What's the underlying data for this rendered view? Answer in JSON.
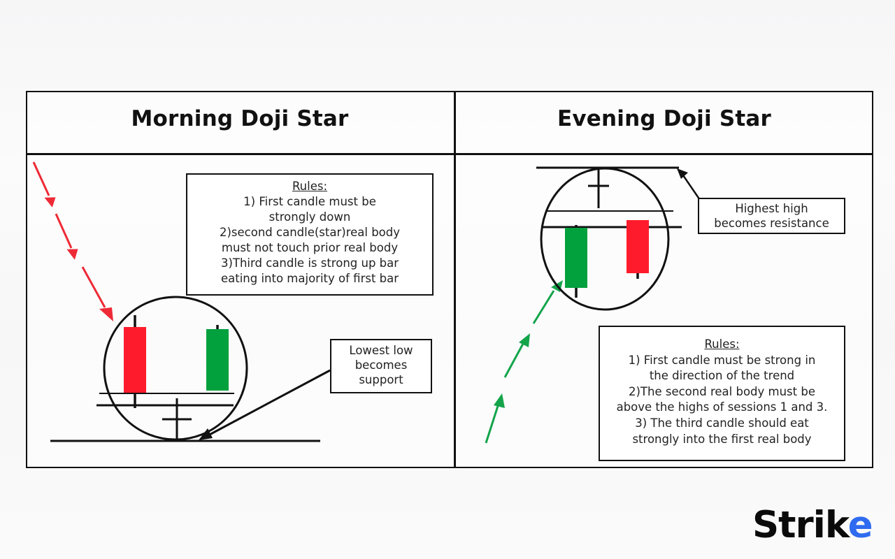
{
  "panels": {
    "left": {
      "title": "Morning Doji Star",
      "rules": {
        "heading": "Rules:",
        "lines": [
          "1) First candle must be",
          "strongly down",
          "2)second candle(star)real body",
          "must not touch prior real body",
          "3)Third candle is strong up bar",
          "eating into majority of first bar"
        ]
      },
      "annotation": {
        "lines": [
          "Lowest low",
          "becomes",
          "support"
        ]
      },
      "trend_arrow": {
        "direction": "down",
        "color": "#ee2a36"
      },
      "candles": [
        {
          "type": "bearish",
          "color": "#fe1c2c"
        },
        {
          "type": "doji",
          "color": "#111111"
        },
        {
          "type": "bullish",
          "color": "#03a03e"
        }
      ]
    },
    "right": {
      "title": "Evening Doji Star",
      "rules": {
        "heading": "Rules:",
        "lines": [
          "1) First candle must be strong in",
          "the direction of the trend",
          "2)The second real body must be",
          "above the highs of sessions 1 and 3.",
          "3) The third candle should eat",
          "strongly into the first real body"
        ]
      },
      "annotation": {
        "lines": [
          "Highest high",
          "becomes resistance"
        ]
      },
      "trend_arrow": {
        "direction": "up",
        "color": "#14a44a"
      },
      "candles": [
        {
          "type": "bullish",
          "color": "#03a03e"
        },
        {
          "type": "doji",
          "color": "#111111"
        },
        {
          "type": "bearish",
          "color": "#fe1c2c"
        }
      ]
    }
  },
  "brand": {
    "name_main": "Stri",
    "name_k": "k",
    "name_accent": "e",
    "accent_color": "#2f6bf0"
  }
}
